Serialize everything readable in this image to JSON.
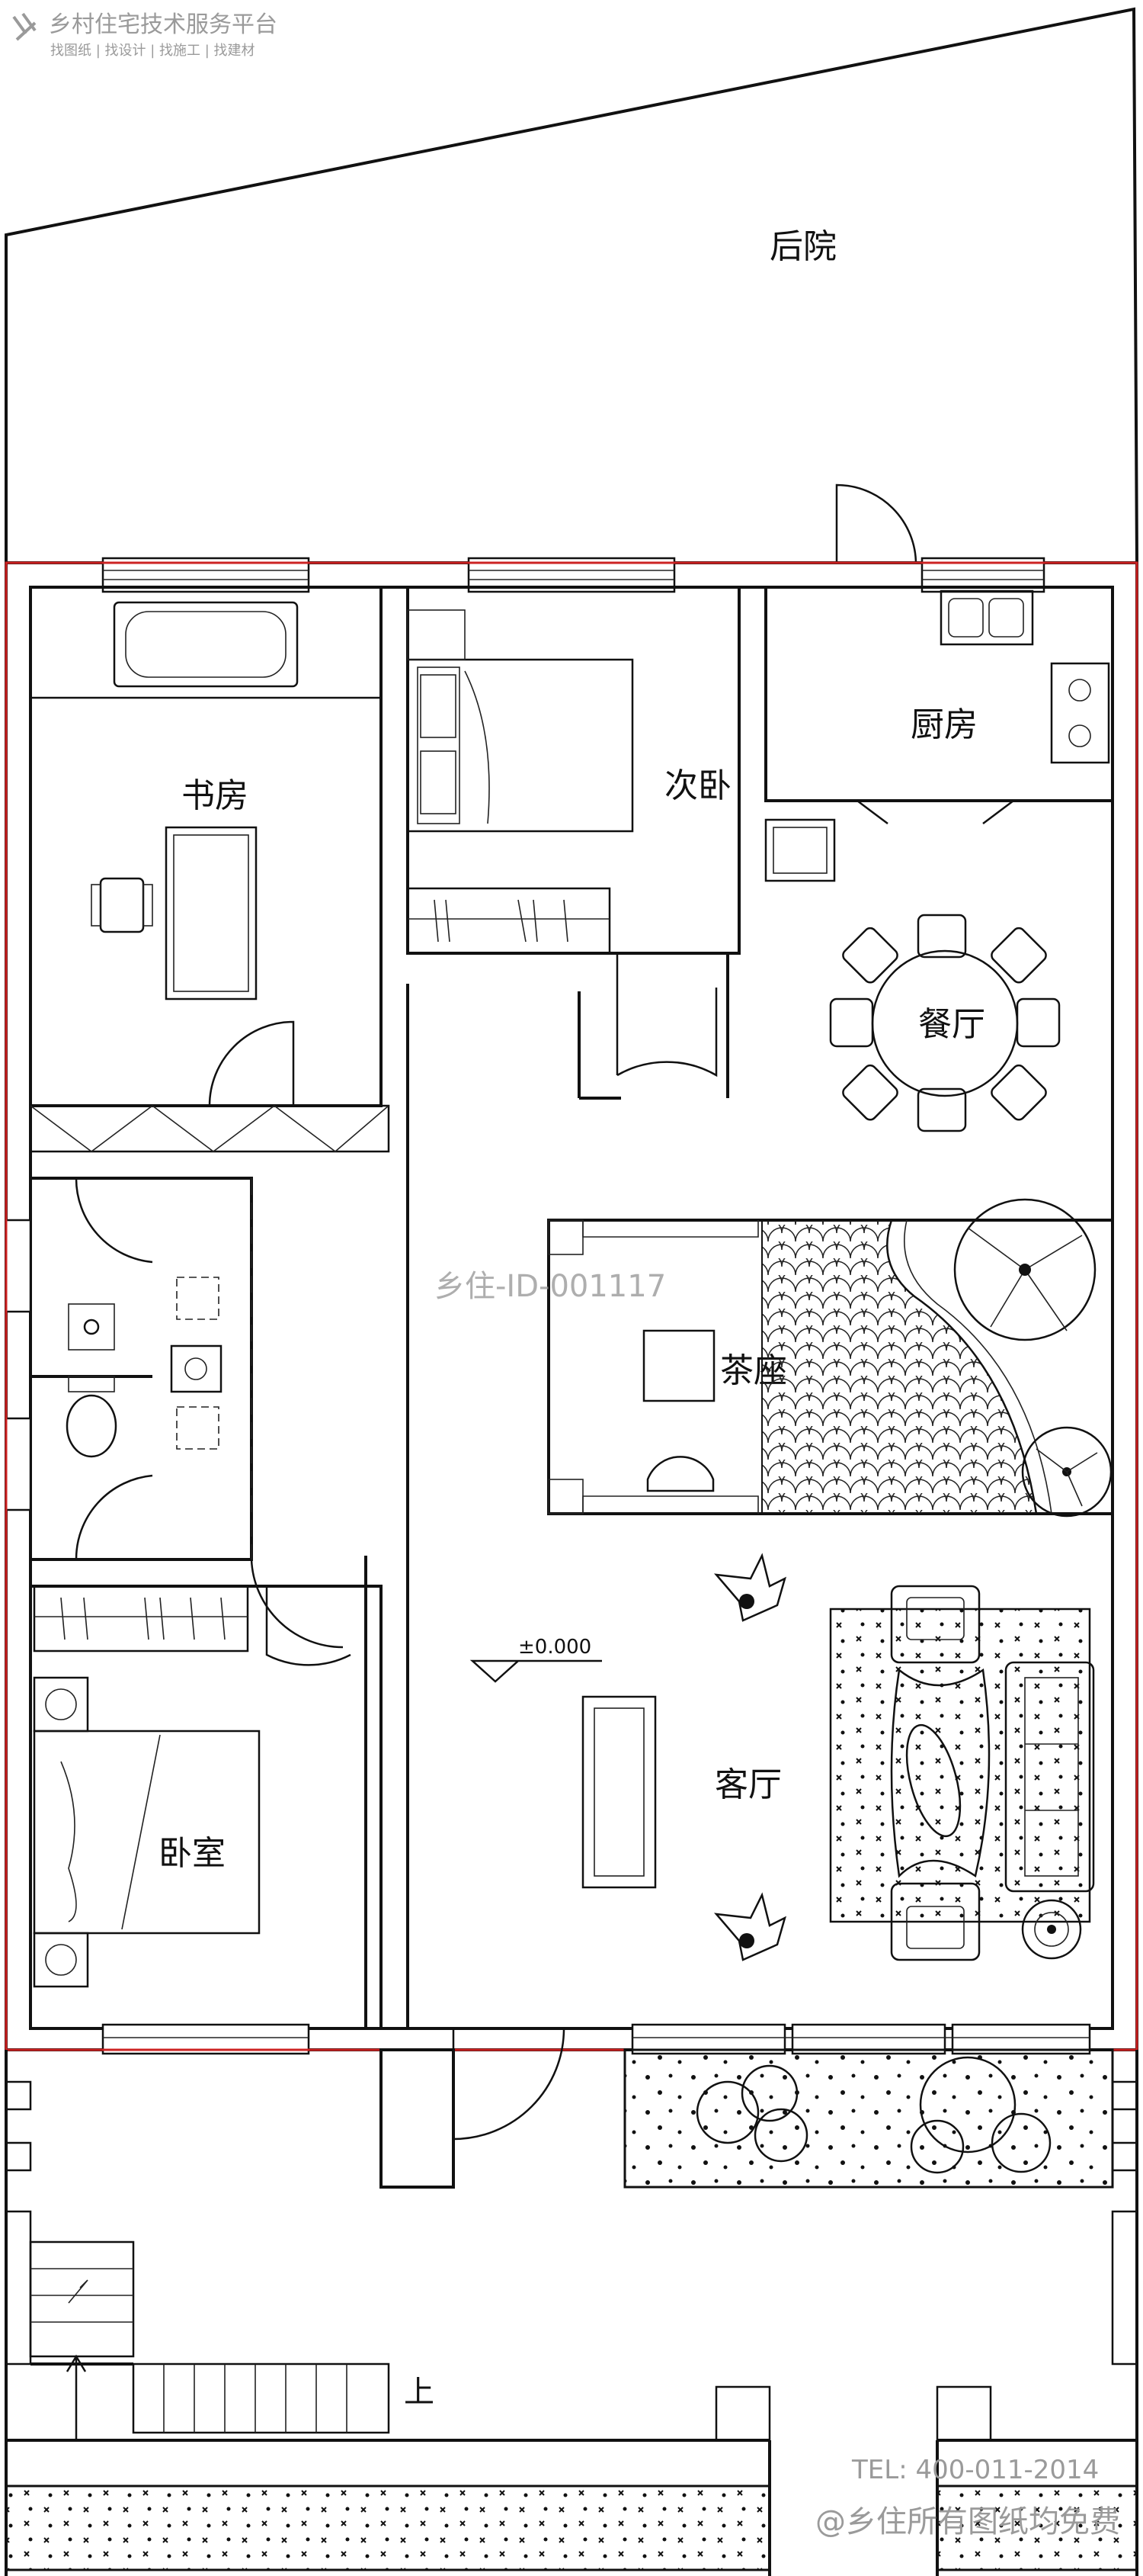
{
  "watermark": {
    "brand_line": "乡村住宅技术服务平台",
    "brand_sub": "找图纸 | 找设计 | 找施工 | 找建材",
    "center_id": "乡住-ID-001117",
    "tel": "TEL: 400-011-2014",
    "copyright": "@乡住所有图纸均免费"
  },
  "rooms": {
    "backyard": "后院",
    "study": "书房",
    "second_bedroom": "次卧",
    "kitchen": "厨房",
    "dining": "餐厅",
    "tea": "茶座",
    "living": "客厅",
    "bedroom": "卧室"
  },
  "annotations": {
    "elevation": "±0.000",
    "stairs_up": "上"
  },
  "colors": {
    "boundary": "#cc2222",
    "line": "#111111",
    "watermark": "#9a9a9a"
  }
}
